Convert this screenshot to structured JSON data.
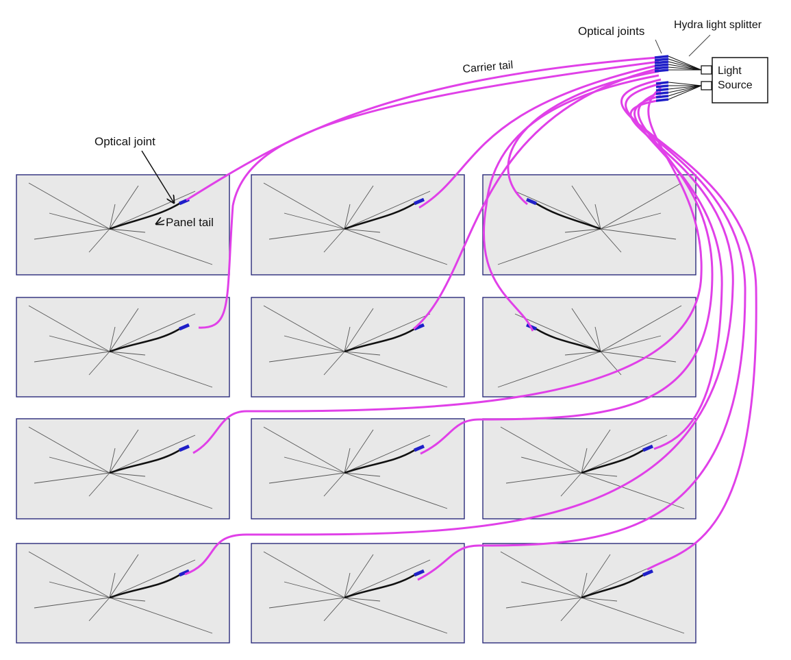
{
  "labels": {
    "optical_joints": "Optical joints",
    "hydra_splitter": "Hydra light splitter",
    "carrier_tail": "Carrier tail",
    "optical_joint": "Optical joint",
    "panel_tail": "Panel tail",
    "light_source_line1": "Light",
    "light_source_line2": "Source"
  },
  "grid": {
    "rows": 4,
    "columns": 3,
    "panel_count": 12
  },
  "colors": {
    "carrier_fiber": "#e040e8",
    "optical_joint": "#1f1fc8",
    "panel_tail": "#111111",
    "panel_fill": "#e8e8e8",
    "panel_border": "#2a2a7a",
    "star_rays": "#555555"
  }
}
